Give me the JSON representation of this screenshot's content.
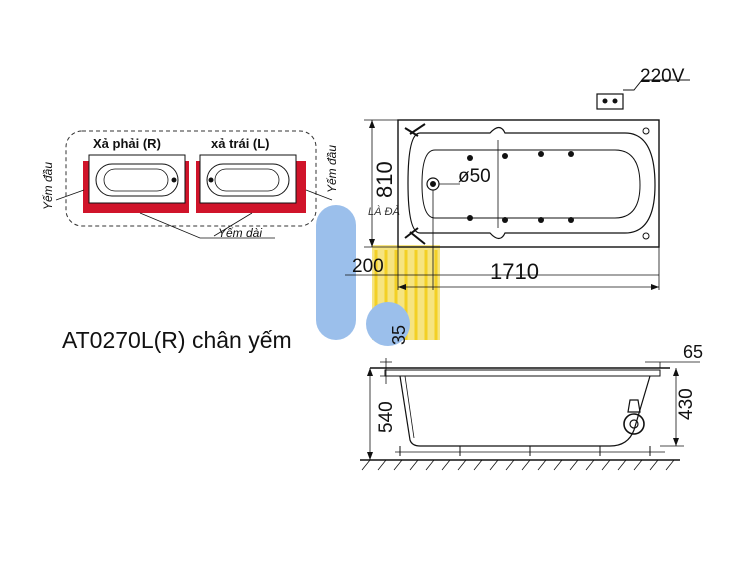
{
  "model_label": "AT0270L(R) chân yếm",
  "options": {
    "right_drain": "Xả phải (R)",
    "left_drain": "xả trái (L)",
    "end_skirt_left": "Yếm đầu",
    "end_skirt_right": "Yếm đầu",
    "long_skirt": "Yếm dài"
  },
  "top_view": {
    "power": "220V",
    "width": "810",
    "drain_dia": "ø50",
    "drain_offset": "200",
    "length": "1710"
  },
  "side_view": {
    "top_offset": "35",
    "rim": "65",
    "total_height": "540",
    "inner_height": "430"
  },
  "watermark": "LÀ ĐÀ",
  "colors": {
    "skirt_red": "#d0142a",
    "watermark_blue": "#8ab4e8",
    "watermark_yellow": "#f5e06a",
    "line": "#111111"
  }
}
